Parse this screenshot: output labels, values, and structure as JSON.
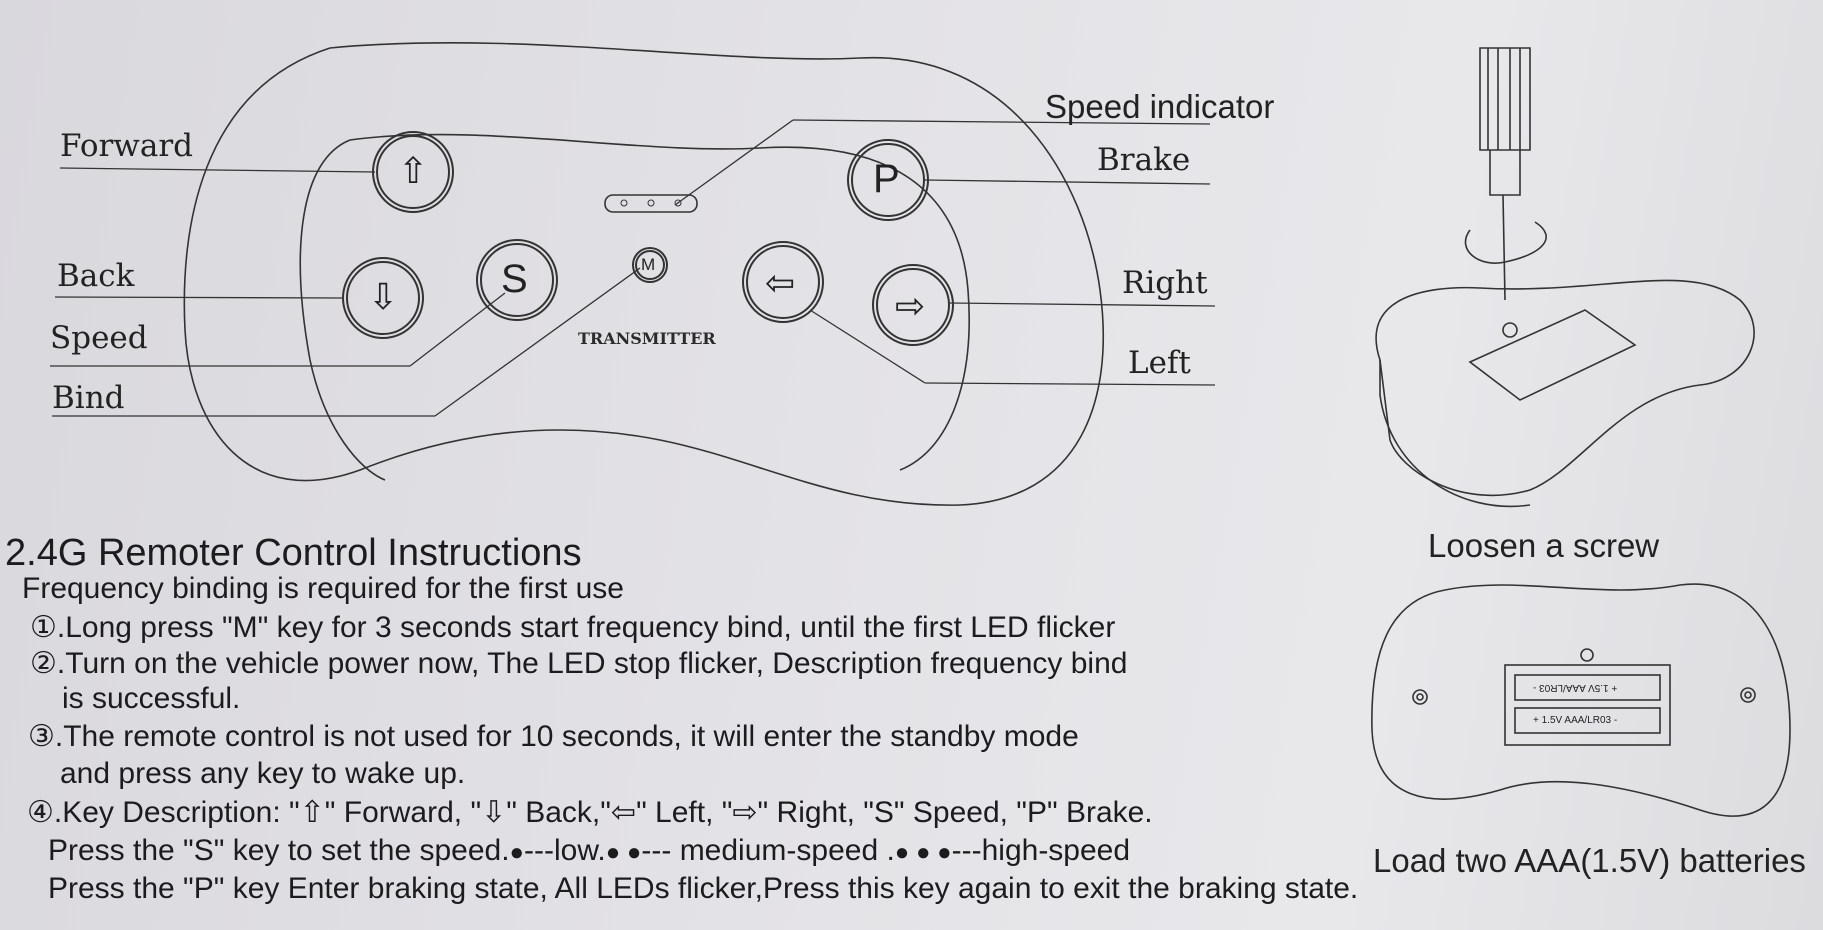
{
  "remote_labels": {
    "forward": "Forward",
    "back": "Back",
    "speed": "Speed",
    "bind": "Bind",
    "speed_indicator": "Speed indicator",
    "brake": "Brake",
    "right": "Right",
    "left": "Left",
    "brand": "TRANSMITTER"
  },
  "button_glyphs": {
    "forward": "⇧",
    "back": "⇩",
    "speed": "S",
    "mode": "M",
    "park": "P",
    "left": "⇦",
    "right": "⇨"
  },
  "instructions": {
    "title": "2.4G Remoter Control Instructions",
    "subtitle": "Frequency binding is required for the first use",
    "step1": "①.Long press \"M\" key for 3 seconds start frequency bind, until the first LED flicker",
    "step2_a": "②.Turn on the vehicle power now, The LED stop flicker, Description frequency bind",
    "step2_b": "is successful.",
    "step3_a": "③.The remote control is not used for 10 seconds, it will enter the standby mode",
    "step3_b": "and press any key to wake up.",
    "step4_prefix": "④.Key Description: \"",
    "step4_forward": "\" Forward, \"",
    "step4_back": "\" Back,\"",
    "step4_left": "\"  Left, \"",
    "step4_right": "\" Right, \"S\" Speed, \"P\" Brake.",
    "speed_a": "Press the \"S\" key to set the speed.",
    "speed_low": "---low.",
    "speed_mid": "--- medium-speed .",
    "speed_high": "---high-speed",
    "brake_line": "Press the \"P\" key Enter braking state, All LEDs flicker,Press this key again to exit the braking state."
  },
  "side": {
    "screw_caption": "Loosen a screw",
    "battery_caption": "Load two AAA(1.5V) batteries",
    "battery_label": "+ 1.5V AAA/LR03 -"
  }
}
